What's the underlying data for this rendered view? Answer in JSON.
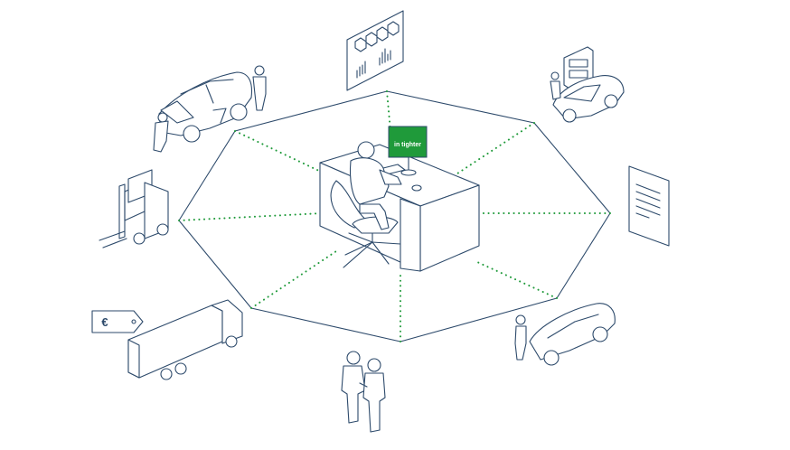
{
  "diagram": {
    "colors": {
      "line": "#2d4a6b",
      "accent": "#1f9a3a",
      "background": "#ffffff"
    },
    "hub": {
      "name": "office-desk-workstation",
      "screen_label": "in tighter"
    },
    "nodes": [
      {
        "id": "workshop",
        "icon": "car-repair-mechanics-icon"
      },
      {
        "id": "dashboard",
        "icon": "analytics-board-icon"
      },
      {
        "id": "dealer",
        "icon": "car-showroom-kiosk-icon"
      },
      {
        "id": "document",
        "icon": "document-icon"
      },
      {
        "id": "electric-car",
        "icon": "car-with-person-icon"
      },
      {
        "id": "partners",
        "icon": "handshake-people-icon"
      },
      {
        "id": "truck",
        "icon": "truck-icon",
        "price_tag": "€"
      },
      {
        "id": "warehouse",
        "icon": "forklift-icon"
      }
    ]
  }
}
